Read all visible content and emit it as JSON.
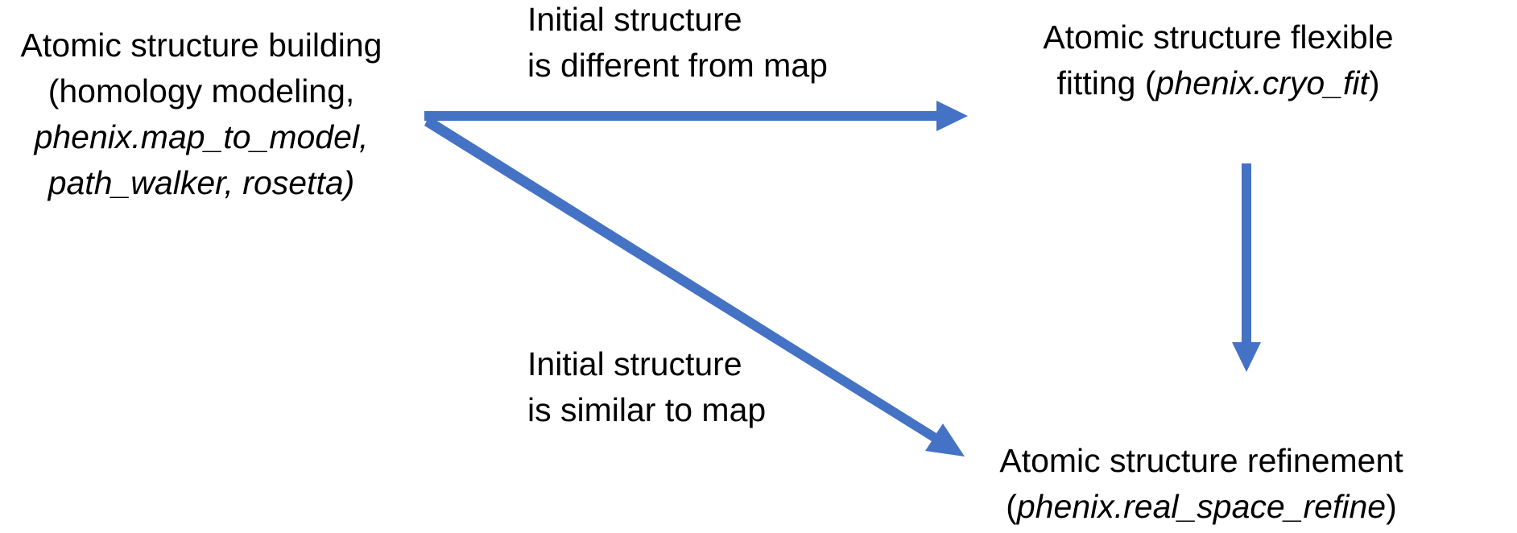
{
  "colors": {
    "arrow": "#4472C4",
    "text": "#000000",
    "background": "#FFFFFF"
  },
  "nodes": {
    "building": {
      "line1": "Atomic structure building",
      "line2": "(homology modeling,",
      "line3": "phenix.map_to_model,",
      "line4": "path_walker, rosetta)"
    },
    "flexible_fitting": {
      "line1": "Atomic structure flexible",
      "line2_prefix": "fitting (",
      "line2_tool": "phenix.cryo_fit",
      "line2_suffix": ")"
    },
    "refinement": {
      "line1": "Atomic structure refinement",
      "line2_prefix": "(",
      "line2_tool": "phenix.real_space_refine",
      "line2_suffix": ")"
    }
  },
  "edge_labels": {
    "different": {
      "line1": "Initial structure",
      "line2": "is different from map"
    },
    "similar": {
      "line1": "Initial structure",
      "line2": "is similar to map"
    }
  }
}
